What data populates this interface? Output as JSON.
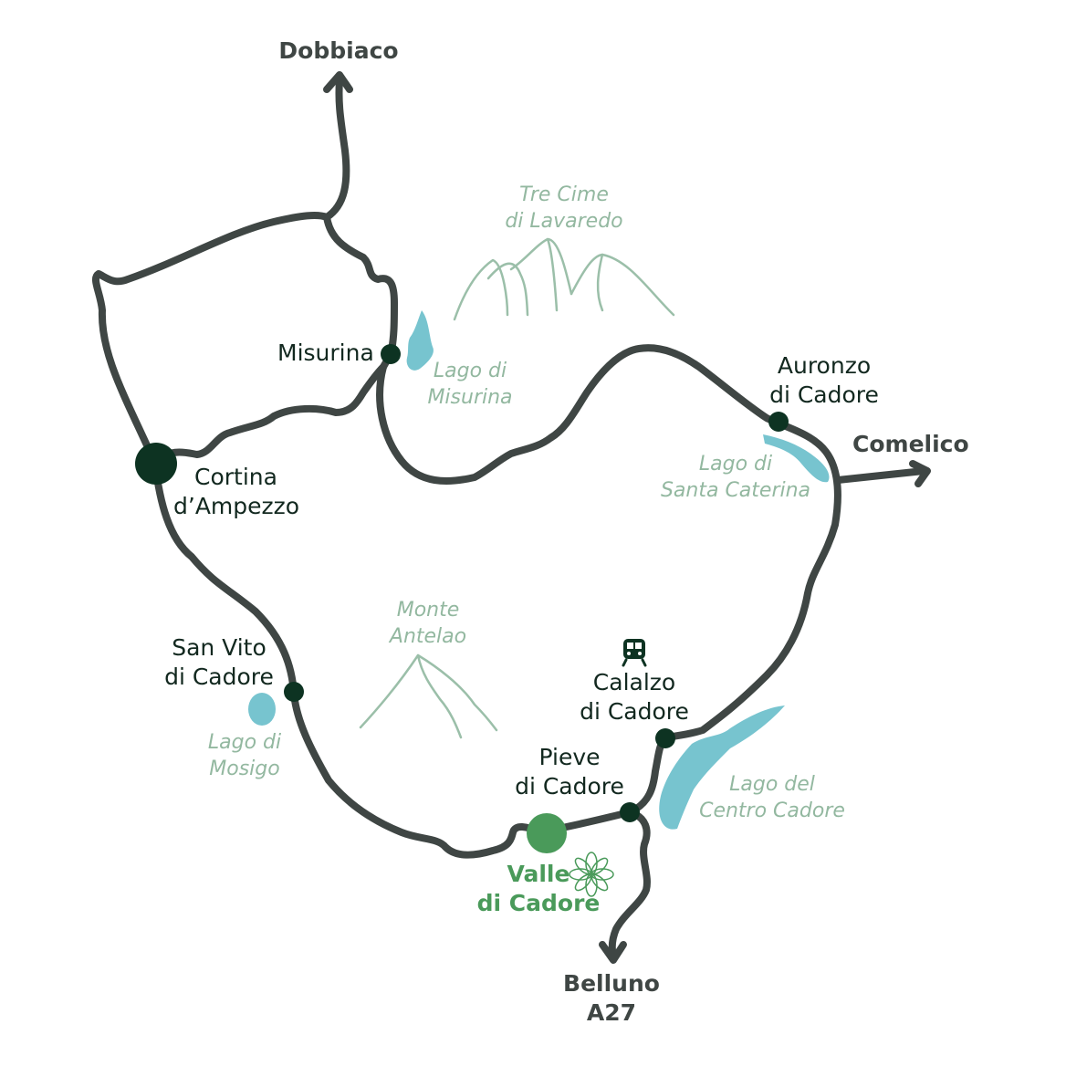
{
  "destinations": {
    "dobbiaco": "Dobbiaco",
    "comelico": "Comelico",
    "belluno": "Belluno",
    "a27": "A27"
  },
  "towns": {
    "misurina": "Misurina",
    "cortina_line1": "Cortina",
    "cortina_line2": "d’Ampezzo",
    "auronzo_line1": "Auronzo",
    "auronzo_line2": "di Cadore",
    "sanvito_line1": "San Vito",
    "sanvito_line2": "di Cadore",
    "calalzo_line1": "Calalzo",
    "calalzo_line2": "di Cadore",
    "pieve_line1": "Pieve",
    "pieve_line2": "di Cadore"
  },
  "home_town": {
    "line1": "Valle",
    "line2": "di Cadore"
  },
  "features": {
    "tre_cime_line1": "Tre Cime",
    "tre_cime_line2": "di Lavaredo",
    "misurina_lake_line1": "Lago di",
    "misurina_lake_line2": "Misurina",
    "santa_caterina_line1": "Lago di",
    "santa_caterina_line2": "Santa Caterina",
    "antelao_line1": "Monte",
    "antelao_line2": "Antelao",
    "mosigo_line1": "Lago di",
    "mosigo_line2": "Mosigo",
    "centro_cadore_line1": "Lago del",
    "centro_cadore_line2": "Centro Cadore"
  },
  "icons": {
    "station": "train-icon",
    "home": "flower-icon"
  },
  "colors": {
    "road": "#3f4644",
    "town_marker": "#0d3322",
    "home_marker": "#4a9a5a",
    "lake": "#77c4cf",
    "mountain": "#9bbfa9",
    "label_dark": "#12281f"
  }
}
